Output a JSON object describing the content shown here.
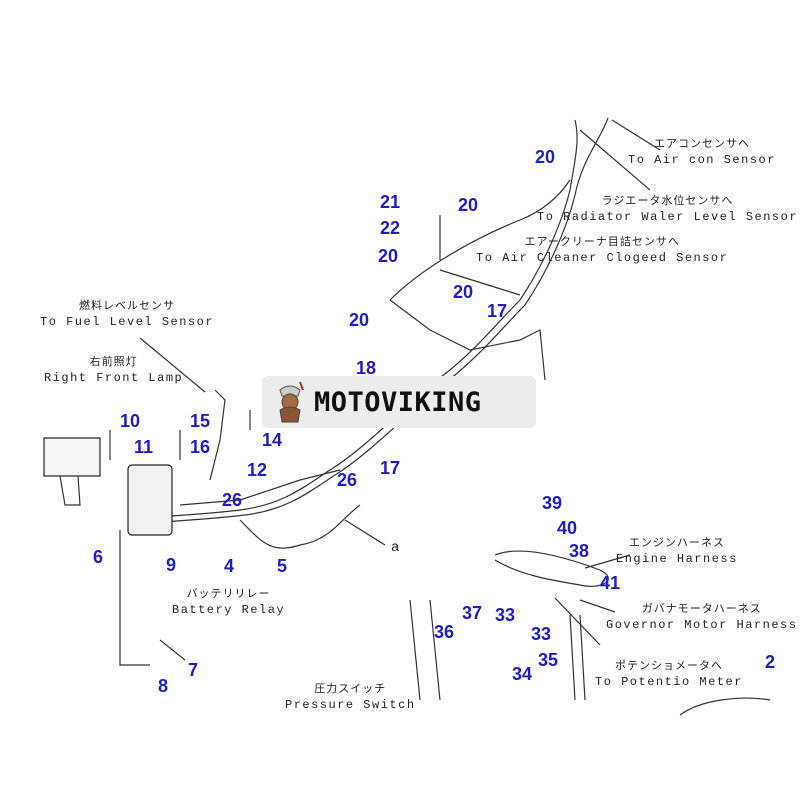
{
  "logo": {
    "text": "MOTOVIKING"
  },
  "callouts": [
    {
      "id": "c1",
      "text": "エアコンセンサへ",
      "en": "To Air con Sensor"
    },
    {
      "id": "c2",
      "text": "ラジエータ水位センサへ",
      "en": "To Radiator Waler Level Sensor"
    },
    {
      "id": "c3",
      "text": "エアークリーナ目詰センサへ",
      "en": "To Air Cleaner Clogeed Sensor"
    },
    {
      "id": "c4",
      "text": "燃料レベルセンサ",
      "en": "To Fuel Level Sensor"
    },
    {
      "id": "c5",
      "text": "右前照灯",
      "en": "Right Front Lamp"
    },
    {
      "id": "c6",
      "text": "バッテリリレー",
      "en": "Battery Relay"
    },
    {
      "id": "c7",
      "text": "エンジンハーネス",
      "en": "Engine Harness"
    },
    {
      "id": "c8",
      "text": "ガバナモータハーネス",
      "en": "Governor Motor Harness"
    },
    {
      "id": "c9",
      "text": "ポテンショメータへ",
      "en": "To Potentio Meter"
    },
    {
      "id": "c10",
      "text": "圧力スイッチ",
      "en": "Pressure Switch"
    }
  ],
  "arrow_ref": "a",
  "part_numbers": [
    "20",
    "21",
    "20",
    "22",
    "20",
    "20",
    "20",
    "17",
    "18",
    "10",
    "15",
    "14",
    "11",
    "16",
    "12",
    "26",
    "26",
    "17",
    "6",
    "9",
    "4",
    "5",
    "7",
    "8",
    "39",
    "40",
    "38",
    "41",
    "37",
    "33",
    "33",
    "36",
    "35",
    "34",
    "2"
  ]
}
